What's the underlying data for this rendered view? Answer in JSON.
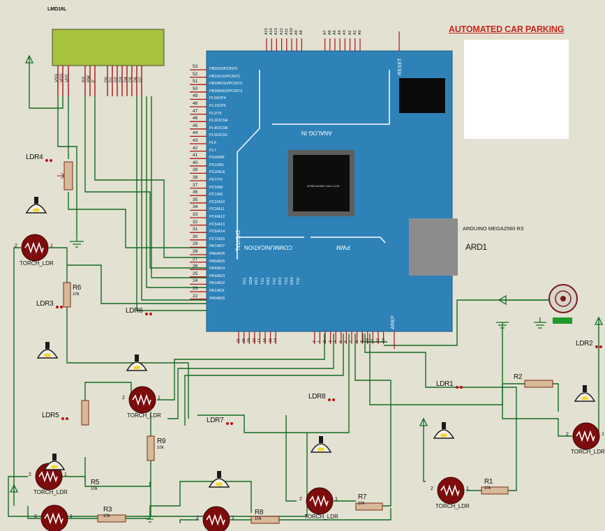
{
  "title": "AUTOMATED CAR PARKING",
  "lcd": {
    "ref": "LMD16L",
    "pins": [
      "VSS",
      "VDD",
      "VEE",
      "RS",
      "RW",
      "E",
      "D0",
      "D1",
      "D2",
      "D3",
      "D4",
      "D5",
      "D6",
      "D7"
    ]
  },
  "arduino": {
    "ref": "ARD1",
    "model": "ARDUINO MEGA2560 R3",
    "labels": {
      "digital": "DIGITAL",
      "analog": "ANALOG IN",
      "comm": "COMMUNICATION",
      "pwm": "PWM",
      "reset": "RESET",
      "aref": "AREF"
    },
    "chip_text": "ATMEGA2560 16AU 1126",
    "left_pins": [
      {
        "num": "53",
        "name": "PB0/SS/PCINT0"
      },
      {
        "num": "52",
        "name": "PB1/SCK/PCINT1"
      },
      {
        "num": "51",
        "name": "PB2/MOSI/PCINT2"
      },
      {
        "num": "50",
        "name": "PB3/MISO/PCINT3"
      },
      {
        "num": "49",
        "name": "PL0/ICP4"
      },
      {
        "num": "48",
        "name": "PL1/ICP5"
      },
      {
        "num": "47",
        "name": "PL2/T5"
      },
      {
        "num": "46",
        "name": "PL3/OC5A"
      },
      {
        "num": "45",
        "name": "PL4/OC5B"
      },
      {
        "num": "44",
        "name": "PL5/OC5C"
      },
      {
        "num": "43",
        "name": "PL6"
      },
      {
        "num": "42",
        "name": "PL7"
      },
      {
        "num": "41",
        "name": "PG0/WR"
      },
      {
        "num": "40",
        "name": "PG1/RD"
      },
      {
        "num": "39",
        "name": "PG2/ALE"
      },
      {
        "num": "38",
        "name": "PD7/T0"
      },
      {
        "num": "37",
        "name": "PC0/A8"
      },
      {
        "num": "36",
        "name": "PC1/A9"
      },
      {
        "num": "35",
        "name": "PC2/A10"
      },
      {
        "num": "34",
        "name": "PC3/A11"
      },
      {
        "num": "33",
        "name": "PC4/A12"
      },
      {
        "num": "32",
        "name": "PC5/A13"
      },
      {
        "num": "31",
        "name": "PC6/A14"
      },
      {
        "num": "30",
        "name": "PC7/A15"
      },
      {
        "num": "29",
        "name": "PA7/AD7"
      },
      {
        "num": "28",
        "name": "PA6/AD6"
      },
      {
        "num": "27",
        "name": "PA5/AD5"
      },
      {
        "num": "26",
        "name": "PA4/AD4"
      },
      {
        "num": "25",
        "name": "PA3/AD3"
      },
      {
        "num": "24",
        "name": "PA2/AD2"
      },
      {
        "num": "23",
        "name": "PA1/AD1"
      },
      {
        "num": "22",
        "name": "PA0/AD0"
      }
    ],
    "top_pins": [
      "A15",
      "A14",
      "A13",
      "A12",
      "A11",
      "A10",
      "A9",
      "A8",
      "A7",
      "A6",
      "A5",
      "A4",
      "A3",
      "A2",
      "A1",
      "A0"
    ],
    "bottom_pins": [
      "21",
      "20",
      "19",
      "18",
      "17",
      "16",
      "15",
      "14",
      "0",
      "1",
      "2",
      "3",
      "4",
      "5",
      "6",
      "7",
      "8",
      "9",
      "10",
      "11",
      "12",
      "13"
    ],
    "comm_pins": [
      "SCL",
      "SDA",
      "RX1",
      "TX1",
      "RX2",
      "TX2",
      "RX3",
      "TX3",
      "RX0",
      "TX0"
    ]
  },
  "components": {
    "ldr_model": "TORCH_LDR",
    "ldrs": [
      "LDR4",
      "LDR3",
      "LDR6",
      "LDR5",
      "LDR7",
      "LDR8",
      "LDR1",
      "LDR2"
    ],
    "resistors": [
      {
        "ref": "R6",
        "value": "10k"
      },
      {
        "ref": "R5",
        "value": "10k"
      },
      {
        "ref": "R9",
        "value": "10k"
      },
      {
        "ref": "R3",
        "value": "10k"
      },
      {
        "ref": "R8",
        "value": "10k"
      },
      {
        "ref": "R7",
        "value": "10k"
      },
      {
        "ref": "R1",
        "value": "10k"
      },
      {
        "ref": "R2",
        "value": ""
      }
    ],
    "pin_numbers": {
      "one": "1",
      "two": "2"
    }
  },
  "colors": {
    "background": "#e3e1d1",
    "board": "#2e82b8",
    "pin": "#a8121a",
    "wire": "#126b24",
    "lcd_screen": "#a7c23d",
    "title": "#c8241c",
    "ldr": "#7d0c0c"
  }
}
